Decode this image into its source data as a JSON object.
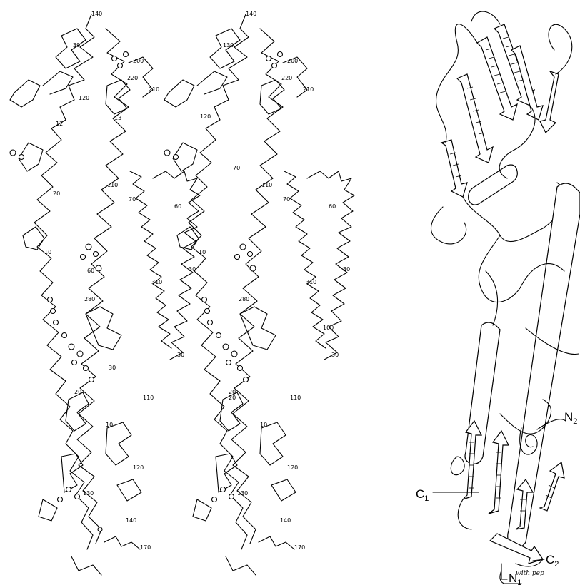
{
  "stereo_left": {
    "residue_labels": [
      "140",
      "39",
      "200",
      "220",
      "210",
      "120",
      "13",
      "12",
      "110",
      "70",
      "60",
      "20",
      "310",
      "30",
      "60",
      "30",
      "20",
      "110",
      "120",
      "130",
      "140",
      "170",
      "10",
      "30",
      "280",
      "10"
    ]
  },
  "stereo_right": {
    "residue_labels": [
      "140",
      "130",
      "200",
      "220",
      "210",
      "120",
      "70",
      "110",
      "70",
      "60",
      "310",
      "30",
      "100",
      "30",
      "20",
      "110",
      "120",
      "130",
      "140",
      "170",
      "10",
      "280",
      "20",
      "10"
    ]
  },
  "ribbon": {
    "termini": [
      {
        "letter": "C",
        "sub": "1"
      },
      {
        "letter": "C",
        "sub": "2"
      },
      {
        "letter": "N",
        "sub": "1"
      },
      {
        "letter": "N",
        "sub": "2"
      }
    ],
    "handwritten_note": "with pep"
  }
}
